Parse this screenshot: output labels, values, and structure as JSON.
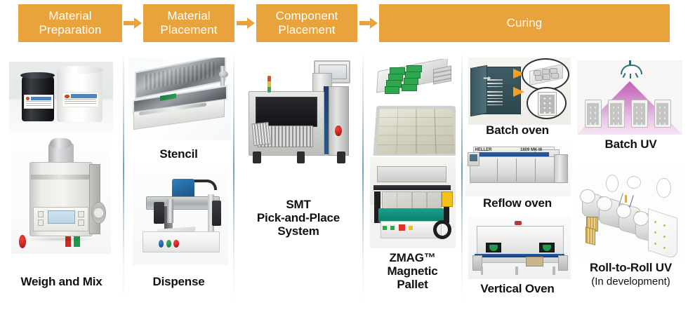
{
  "banner": {
    "stages": [
      {
        "id": "material-preparation",
        "lines": [
          "Material",
          "Preparation"
        ]
      },
      {
        "id": "material-placement",
        "lines": [
          "Material",
          "Placement"
        ]
      },
      {
        "id": "component-placement",
        "lines": [
          "Component",
          "Placement"
        ]
      },
      {
        "id": "curing",
        "lines": [
          "Curing"
        ]
      }
    ],
    "arrow_icon": "arrow-right-icon",
    "box_color": "#e8a33c",
    "text_color": "#ffffff"
  },
  "columns": [
    {
      "id": "material-preparation",
      "items": [
        {
          "id": "material-jars",
          "caption": null,
          "image": "two-material-jars-photo"
        },
        {
          "id": "weigh-and-mix",
          "caption": "Weigh and Mix",
          "image": "speedmixer-photo"
        }
      ]
    },
    {
      "id": "material-placement",
      "items": [
        {
          "id": "stencil",
          "caption": "Stencil",
          "image": "stencil-printer-photo"
        },
        {
          "id": "dispense",
          "caption": "Dispense",
          "image": "dispensing-robot-photo"
        }
      ]
    },
    {
      "id": "component-placement",
      "items": [
        {
          "id": "smt-pick-and-place",
          "caption": "SMT\nPick-and-Place\nSystem",
          "caption_lines": [
            "SMT",
            "Pick-and-Place",
            "System"
          ],
          "image": "smt-pick-and-place-machine-photo"
        }
      ]
    },
    {
      "id": "zmag-magnetic-pallet",
      "items": [
        {
          "id": "zmag-pallet-open",
          "caption": null,
          "image": "magnetic-pallet-open-photo"
        },
        {
          "id": "zmag-pallet-tray",
          "caption": null,
          "image": "magnetic-pallet-tray-photo"
        },
        {
          "id": "zmag-pallet-station",
          "caption": "ZMAG™\nMagnetic\nPallet",
          "caption_lines": [
            "ZMAG™",
            "Magnetic",
            "Pallet"
          ],
          "image": "magnetic-pallet-station-photo"
        }
      ]
    },
    {
      "id": "ovens",
      "items": [
        {
          "id": "batch-oven",
          "caption": "Batch oven",
          "image": "batch-oven-illustration"
        },
        {
          "id": "reflow-oven",
          "caption": "Reflow oven",
          "image": "reflow-oven-photo",
          "brand": "HELLER",
          "model": "1809 MK III"
        },
        {
          "id": "vertical-oven",
          "caption": "Vertical Oven",
          "image": "vertical-oven-photo"
        }
      ]
    },
    {
      "id": "uv",
      "items": [
        {
          "id": "batch-uv",
          "caption": "Batch UV",
          "image": "batch-uv-illustration"
        },
        {
          "id": "roll-to-roll-uv",
          "caption": "Roll-to-Roll UV",
          "subcaption": "(In development)",
          "image": "roll-to-roll-uv-illustration"
        }
      ]
    }
  ],
  "divider_color": "#6fa2bb"
}
